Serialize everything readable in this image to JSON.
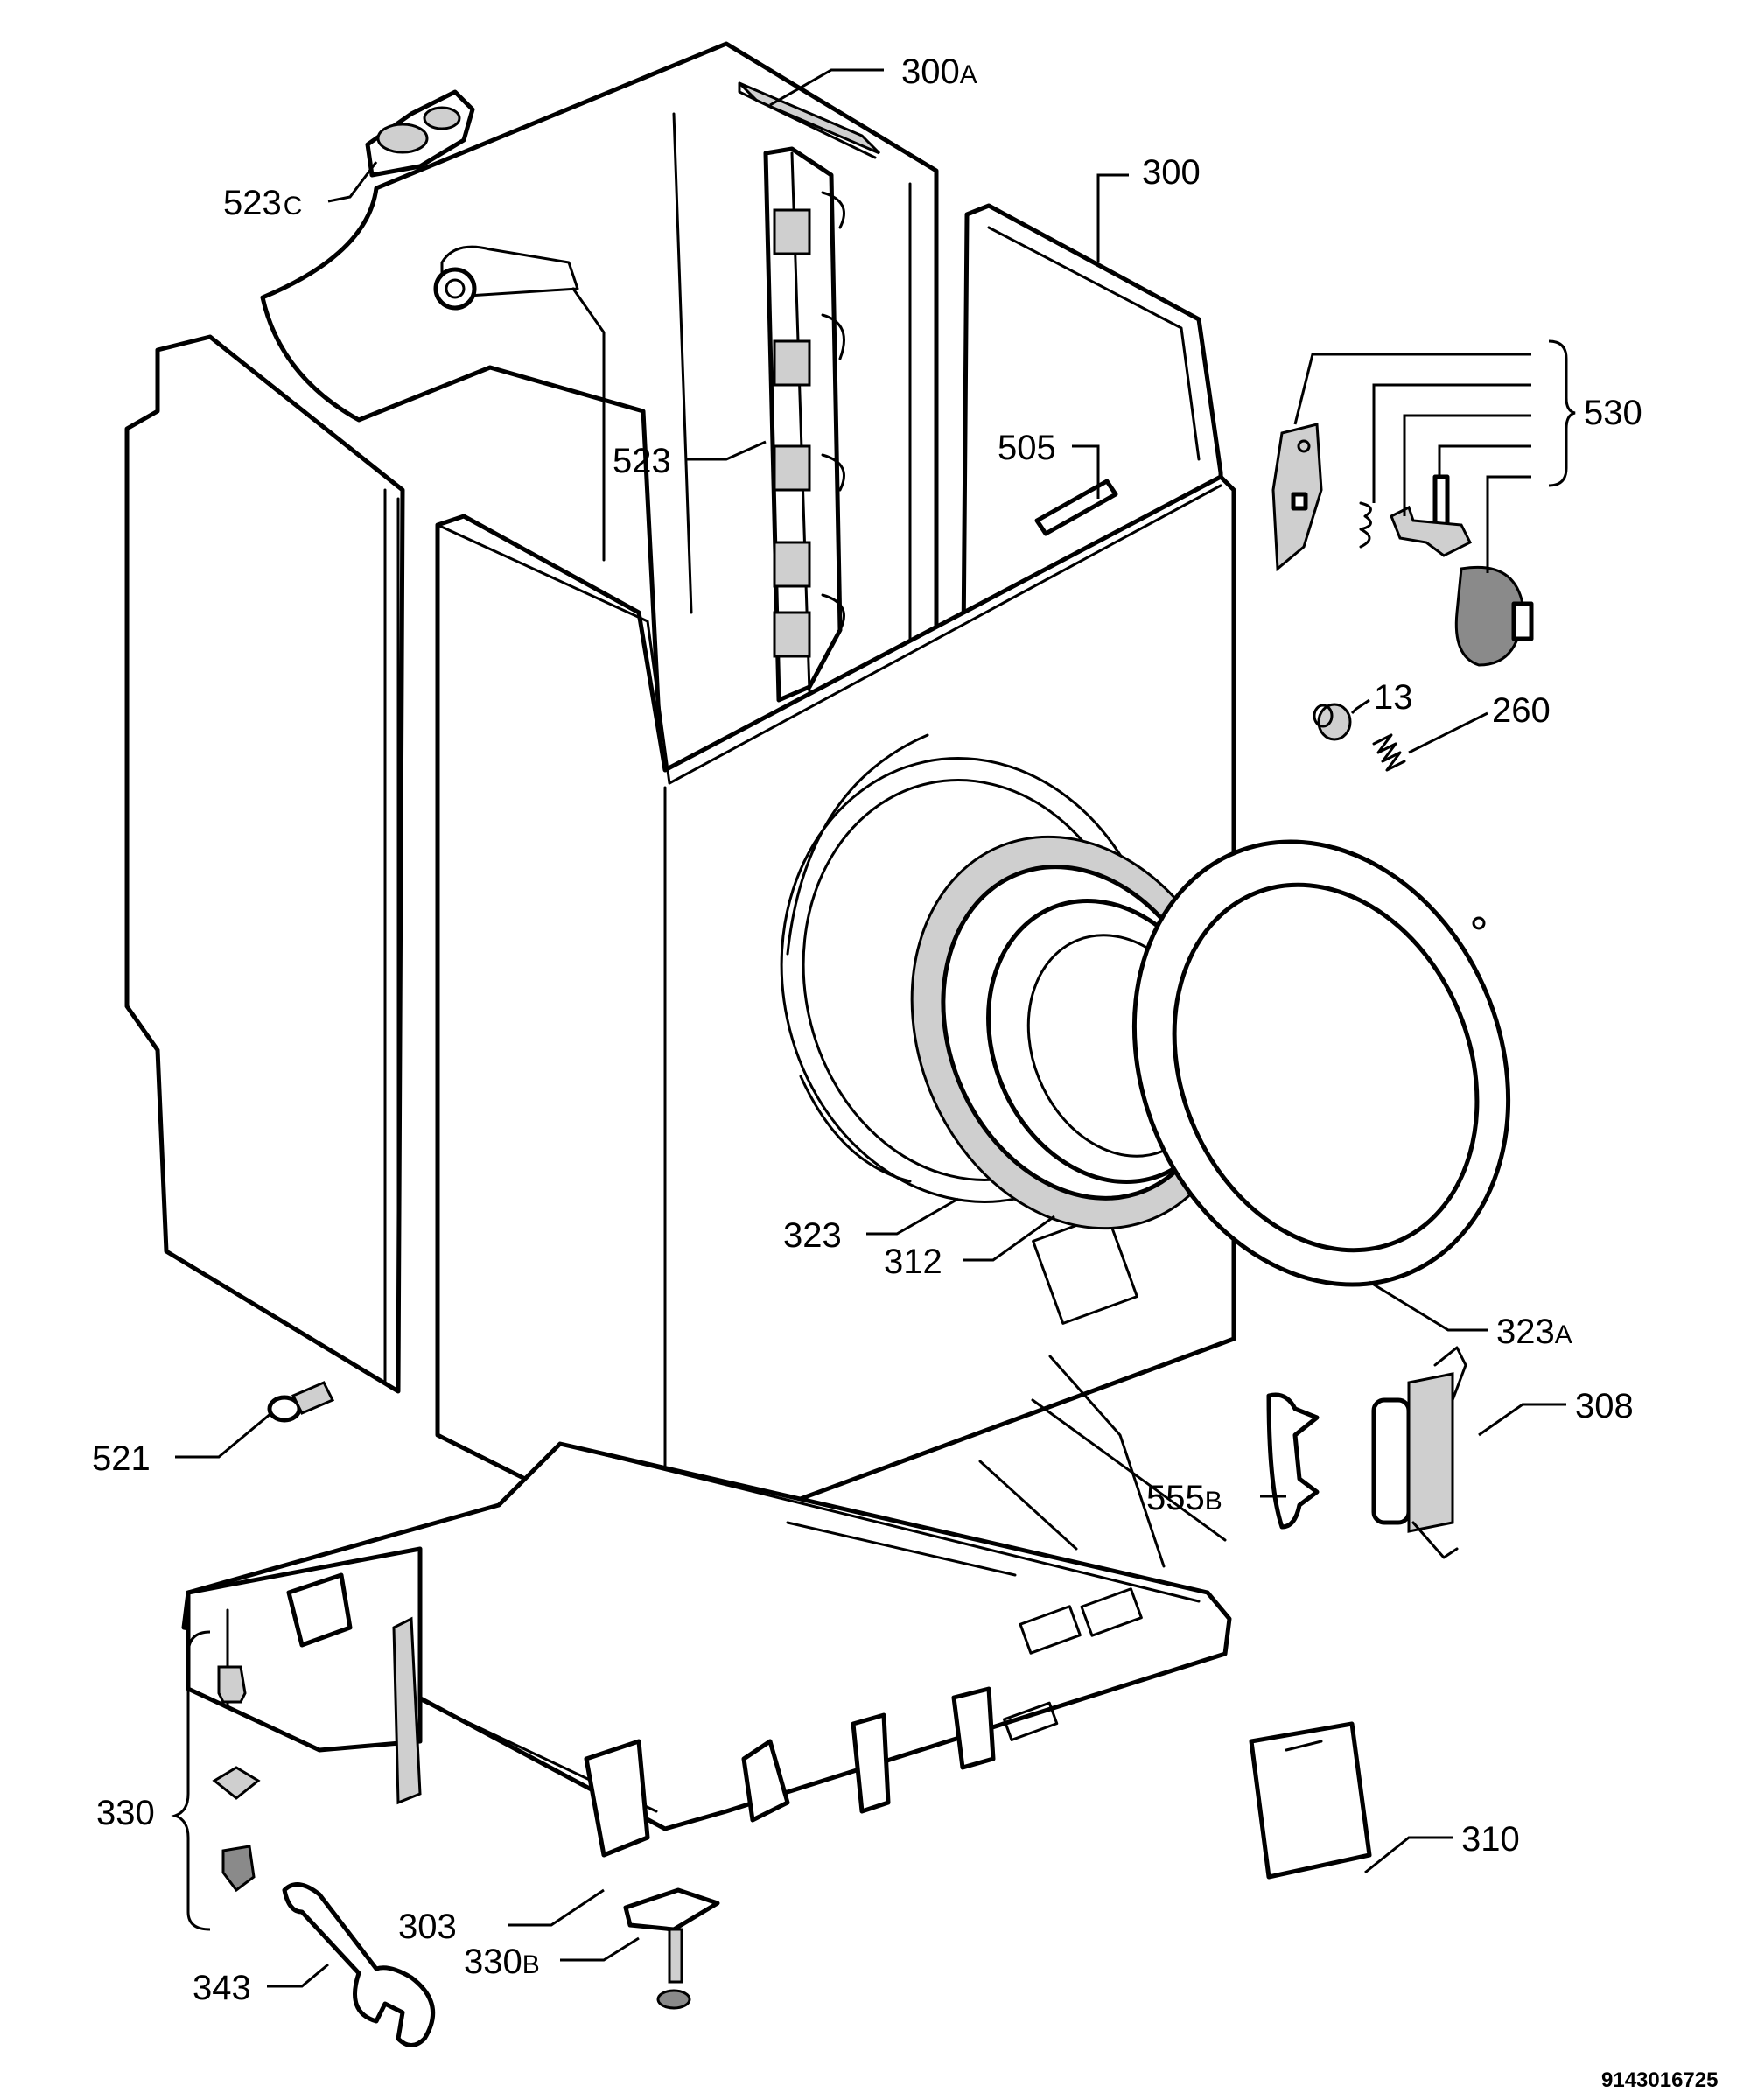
{
  "labels": {
    "l300A": {
      "num": "300",
      "suffix": "A"
    },
    "l300": "300",
    "l523C": {
      "num": "523",
      "suffix": "C"
    },
    "l523": "523",
    "l505": "505",
    "l530": "530",
    "l13": "13",
    "l260": "260",
    "l323": "323",
    "l312": "312",
    "l323A": {
      "num": "323",
      "suffix": "A"
    },
    "l521": "521",
    "l308": "308",
    "l555B": {
      "num": "555",
      "suffix": "B"
    },
    "l330": "330",
    "l303": "303",
    "l310": "310",
    "l343": "343",
    "l330B": {
      "num": "330",
      "suffix": "B"
    }
  },
  "document_number": "9143016725"
}
